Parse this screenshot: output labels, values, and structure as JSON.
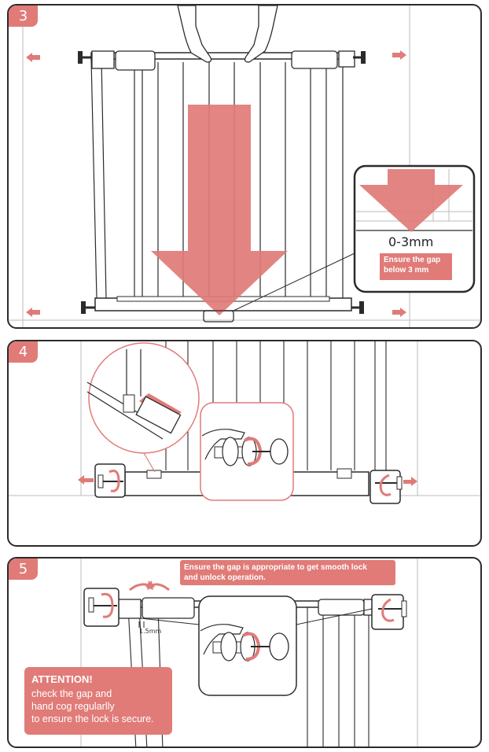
{
  "steps": {
    "step3": {
      "number": "3",
      "gap_range": "0-3mm",
      "gap_note": [
        "Ensure the gap",
        "below 3 mm"
      ]
    },
    "step4": {
      "number": "4"
    },
    "step5": {
      "number": "5",
      "note": [
        "Ensure the gap is appropriate to get smooth lock",
        "and unlock operation."
      ],
      "gap_label": "1.5mm",
      "attention_title": "ATTENTION!",
      "attention_lines": [
        "check the gap and",
        "hand cog regularlly",
        "to ensure the lock is secure."
      ]
    }
  },
  "colors": {
    "accent": "#e07b78",
    "line": "#2b2b2b",
    "light_line": "#9a9a9a"
  }
}
